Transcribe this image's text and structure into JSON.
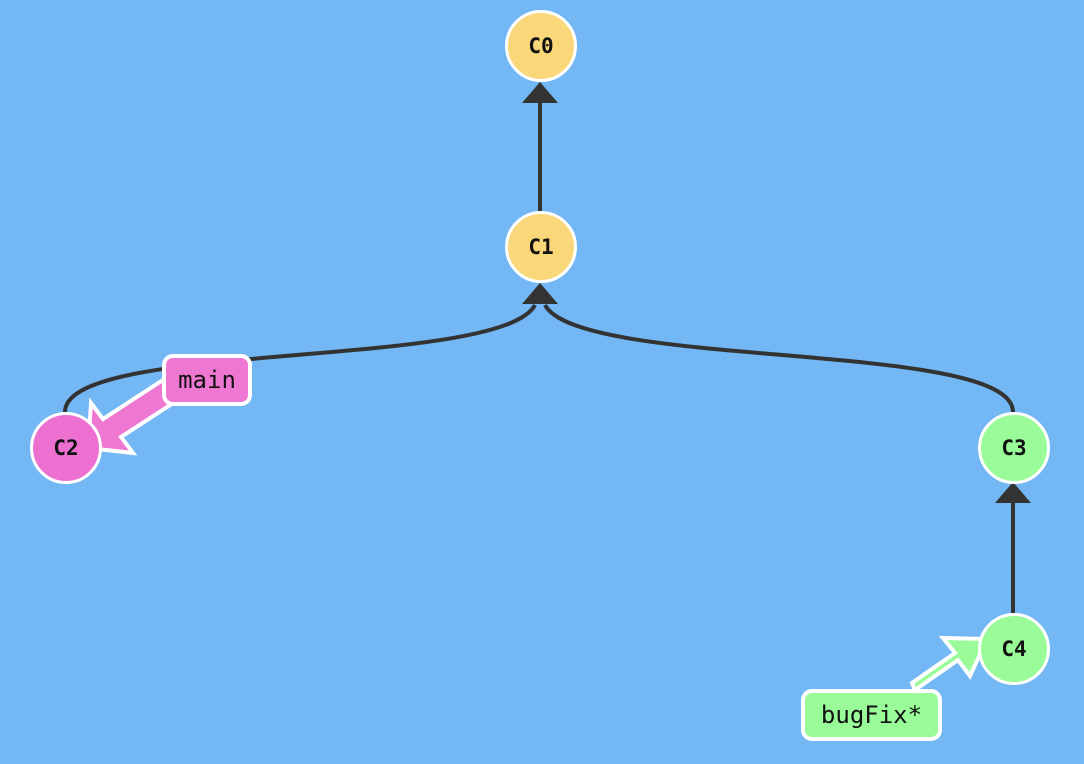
{
  "colors": {
    "background": "#73b8f5",
    "edge": "#333333",
    "main_branch": "#ee77d2",
    "main_node": "#ed6fd0",
    "base_node": "#fad87a",
    "bugfix_branch": "#99fc98",
    "bugfix_node": "#99fc98",
    "outline": "#ffffff"
  },
  "commits": [
    {
      "id": "C0",
      "label": "C0"
    },
    {
      "id": "C1",
      "label": "C1",
      "parent": "C0"
    },
    {
      "id": "C2",
      "label": "C2",
      "parent": "C1"
    },
    {
      "id": "C3",
      "label": "C3",
      "parent": "C1"
    },
    {
      "id": "C4",
      "label": "C4",
      "parent": "C3"
    }
  ],
  "branches": [
    {
      "id": "main",
      "label": "main",
      "target": "C2"
    },
    {
      "id": "bugFix",
      "label": "bugFix*",
      "target": "C4"
    }
  ]
}
